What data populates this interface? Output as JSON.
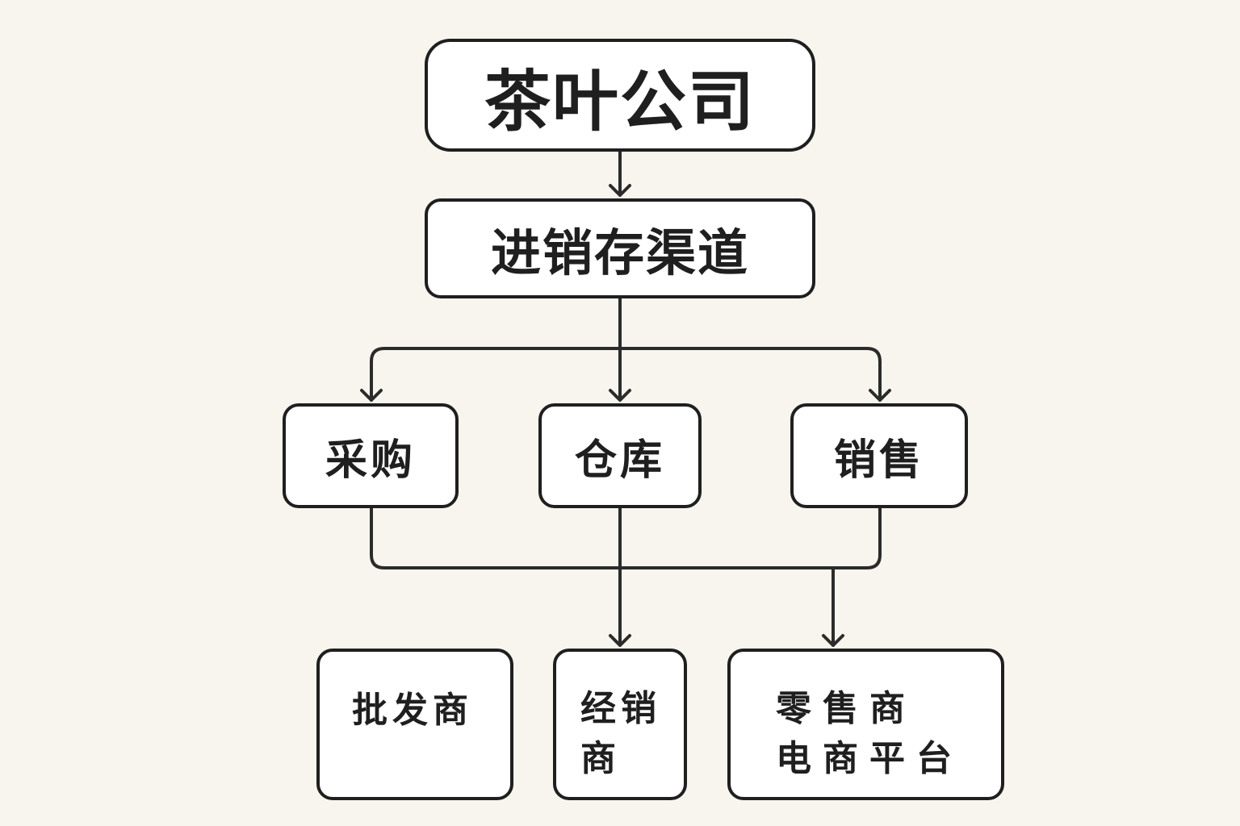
{
  "diagram": {
    "root": {
      "label": "茶叶公司"
    },
    "channel": {
      "label": "进销存渠道"
    },
    "departments": [
      {
        "label": "采购"
      },
      {
        "label": "仓库"
      },
      {
        "label": "销售"
      }
    ],
    "outlets": [
      {
        "lines": [
          "批发商"
        ]
      },
      {
        "lines": [
          "经销",
          "商"
        ]
      },
      {
        "lines": [
          "零售商",
          "电商平台"
        ]
      }
    ],
    "line_color": "#2b2b2b",
    "box_border_color": "#1f1f1f",
    "background_color": "#f8f5ee"
  }
}
